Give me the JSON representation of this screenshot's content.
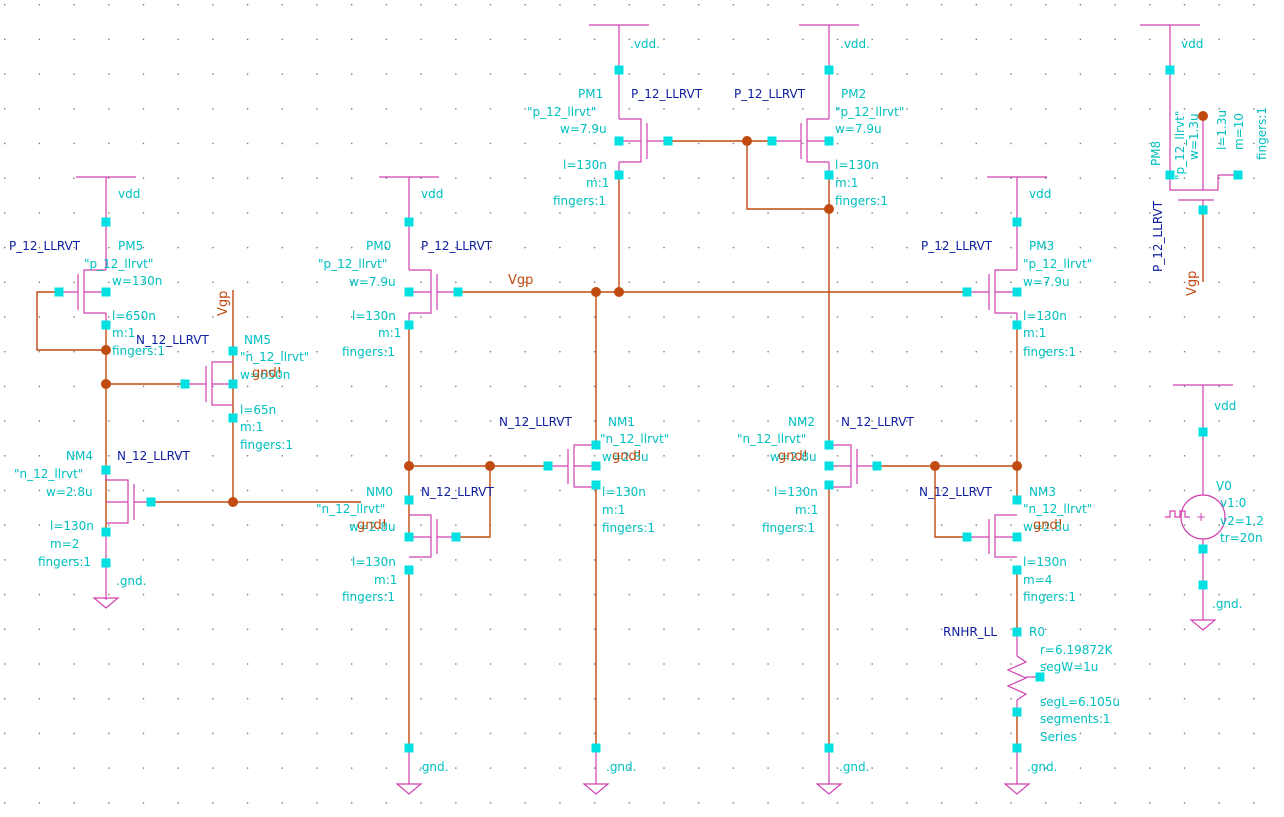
{
  "colors": {
    "background": "#ffffff",
    "grid": "#7a7a7a",
    "wire": "#c04a10",
    "device": "#d040b0",
    "pin": "#00e0e0",
    "label_param": "#00c0c0",
    "label_model": "#1020a0"
  },
  "nets": {
    "vgp": "Vgp",
    "vdd": "vdd",
    "vdd_dot": ".vdd.",
    "gnd": ".gnd.",
    "gnd_noise": "gnd!"
  },
  "devices": {
    "pm1": {
      "inst": "PM1",
      "model": "P_12_LLRVT",
      "cell": "\"p_12_llrvt\"",
      "w": "w=7.9u",
      "l": "l=130n",
      "m": "m:1",
      "f": "fingers:1"
    },
    "pm2": {
      "inst": "PM2",
      "model": "P_12_LLRVT",
      "cell": "\"p_12_llrvt\"",
      "w": "w=7.9u",
      "l": "l=130n",
      "m": "m:1",
      "f": "fingers:1"
    },
    "pm5": {
      "inst": "PM5",
      "model": "P_12_LLRVT",
      "cell": "\"p_12_llrvt\"",
      "w": "w=130n",
      "l": "l=650n",
      "m": "m:1",
      "f": "fingers:1"
    },
    "pm0": {
      "inst": "PM0",
      "model": "P_12_LLRVT",
      "cell": "\"p_12_llrvt\"",
      "w": "w=7.9u",
      "l": "l=130n",
      "m": "m:1",
      "f": "fingers:1"
    },
    "pm3": {
      "inst": "PM3",
      "model": "P_12_LLRVT",
      "cell": "\"p_12_llrvt\"",
      "w": "w=7.9u",
      "l": "l=130n",
      "m": "m:1",
      "f": "fingers:1"
    },
    "pm8": {
      "inst": "PM8",
      "model": "P_12_LLRVT",
      "cell": "\"p_12_llrvt\"",
      "w": "w=1.3u",
      "l": "l=1.3u",
      "m": "m=10",
      "f": "fingers:1"
    },
    "nm5": {
      "inst": "NM5",
      "model": "N_12_LLRVT",
      "cell": "\"n_12_llrvt\"",
      "w": "w=650n",
      "l": "l=65n",
      "m": "m:1",
      "f": "fingers:1"
    },
    "nm4": {
      "inst": "NM4",
      "model": "N_12_LLRVT",
      "cell": "\"n_12_llrvt\"",
      "w": "w=2.8u",
      "l": "l=130n",
      "m": "m=2",
      "f": "fingers:1"
    },
    "nm1": {
      "inst": "NM1",
      "model": "N_12_LLRVT",
      "cell": "\"n_12_llrvt\"",
      "w": "w=2.8u",
      "l": "l=130n",
      "m": "m:1",
      "f": "fingers:1"
    },
    "nm2": {
      "inst": "NM2",
      "model": "N_12_LLRVT",
      "cell": "\"n_12_llrvt\"",
      "w": "w=2.8u",
      "l": "l=130n",
      "m": "m:1",
      "f": "fingers:1"
    },
    "nm0": {
      "inst": "NM0",
      "model": "N_12_LLRVT",
      "cell": "\"n_12_llrvt\"",
      "w": "w=2.8u",
      "l": "l=130n",
      "m": "m:1",
      "f": "fingers:1"
    },
    "nm3": {
      "inst": "NM3",
      "model": "N_12_LLRVT",
      "cell": "\"n_12_llrvt\"",
      "w": "w=2.8u",
      "l": "l=130n",
      "m": "m=4",
      "f": "fingers:1"
    },
    "r0": {
      "inst": "R0",
      "model": "RNHR_LL",
      "r": "r=6.19872K",
      "segw": "segW=1u",
      "segl": "segL=6.105u",
      "segs": "segments:1",
      "conn": "Series"
    },
    "v0": {
      "inst": "V0",
      "v1": "v1:0",
      "v2": "v2=1.2",
      "tr": "tr=20n"
    }
  }
}
